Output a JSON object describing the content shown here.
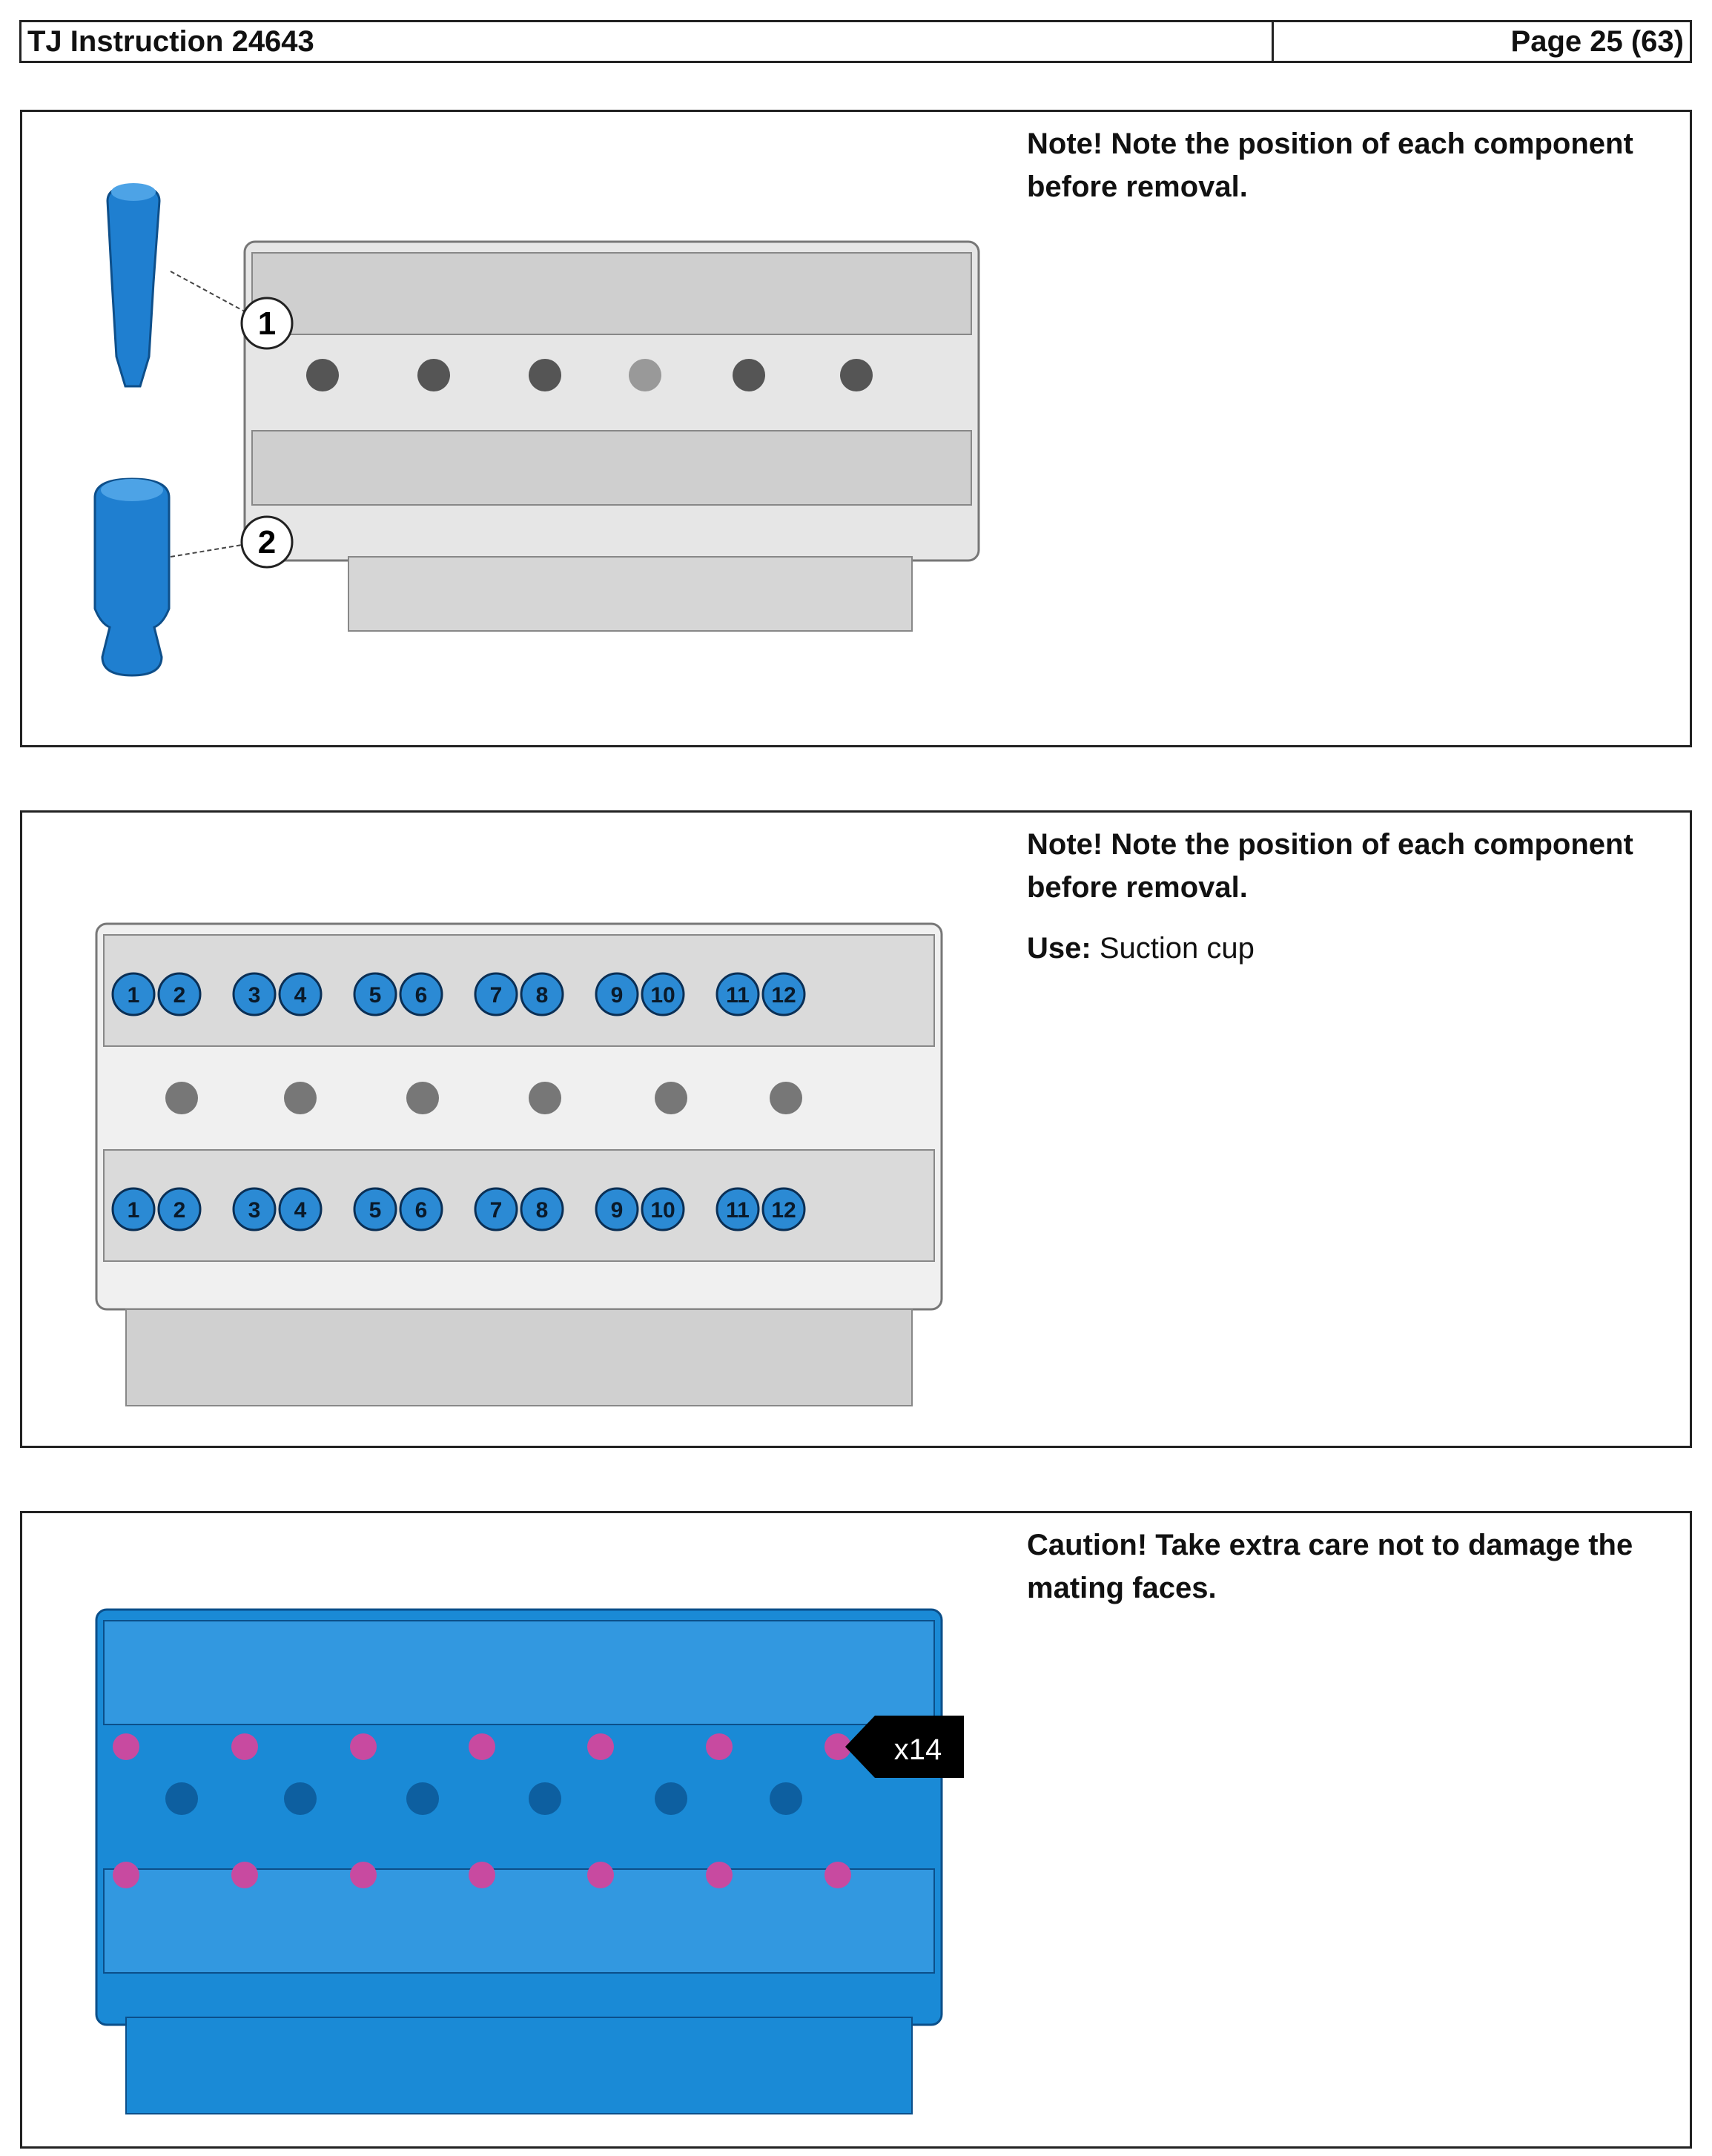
{
  "header": {
    "left": "TJ Instruction 24643",
    "right": "Page 25 (63)"
  },
  "panels": [
    {
      "note": "Note!  Note the position of each component before removal.",
      "callouts": [
        "1",
        "2"
      ]
    },
    {
      "note": "Note!  Note the position of each component before removal.",
      "use_label": "Use:",
      "use_value": "Suction cup",
      "top_row_numbers": [
        "1",
        "2",
        "3",
        "4",
        "5",
        "6",
        "7",
        "8",
        "9",
        "10",
        "11",
        "12"
      ],
      "bottom_row_numbers": [
        "1",
        "2",
        "3",
        "4",
        "5",
        "6",
        "7",
        "8",
        "9",
        "10",
        "11",
        "12"
      ]
    },
    {
      "note": "Caution!  Take extra care not to damage the mating faces.",
      "count_label": "x14"
    }
  ],
  "colors": {
    "tool_blue": "#1f7fd0",
    "component_blue": "#2b8ad4",
    "head_blue": "#1a8ad6",
    "bolt_magenta": "#c84aa0",
    "metal_grey": "#d9d9d9"
  }
}
